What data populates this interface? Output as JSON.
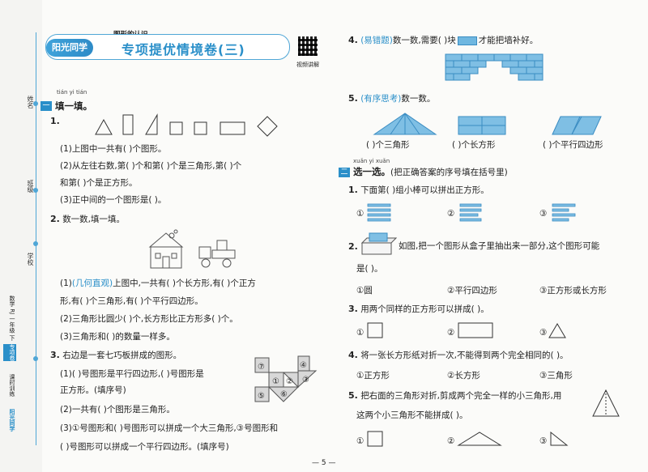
{
  "header": {
    "unit_label": "图形的认识",
    "logo": "阳光同学",
    "title": "专项提优情境卷(三)",
    "qr_caption": "视频讲解"
  },
  "margin": {
    "name_label": "姓名",
    "class_label": "班级",
    "school_label": "学校",
    "grade_label": "数学 RJ 一年级 下",
    "series_label": "课时训练",
    "brand": "阳光同学",
    "tag": "专项卷"
  },
  "section1": {
    "badge": "一",
    "pinyin": "tián yi tián",
    "title": "填一填。"
  },
  "q1": {
    "num": "1.",
    "lines": [
      "(1)上图中一共有(    )个图形。",
      "(2)从左往右数,第(      )个和第(      )个是三角形,第(      )个",
      "和第(      )个是正方形。",
      "(3)正中间的一个图形是(      )。"
    ]
  },
  "q2": {
    "num": "2.",
    "stem": "数一数,填一填。",
    "tag": "(几何直观)",
    "lines": [
      "上图中,一共有(      )个长方形,有(      )个正方",
      "形,有(      )个三角形,有(      )个平行四边形。",
      "(2)三角形比圆少(      )个,长方形比正方形多(      )个。",
      "(3)三角形和(            )的数量一样多。"
    ],
    "line1_prefix": "(1)"
  },
  "q3": {
    "num": "3.",
    "stem": "右边是一套七巧板拼成的图形。",
    "lines": [
      "(1)(      )号图形是平行四边形,(      )号图形是",
      "正方形。(填序号)",
      "(2)一共有(      )个图形是三角形。",
      "(3)①号图形和(      )号图形可以拼成一个大三角形,③号图形和",
      "(      )号图形可以拼成一个平行四边形。(填序号)"
    ],
    "pieces": [
      "①",
      "②",
      "③",
      "④",
      "⑤",
      "⑥",
      "⑦"
    ]
  },
  "q4": {
    "num": "4.",
    "tag": "(易错题)",
    "text": "数一数,需要(      )块",
    "text2": "才能把墙补好。"
  },
  "q5": {
    "num": "5.",
    "tag": "(有序思考)",
    "text": "数一数。",
    "captions": [
      "(      )个三角形",
      "(      )个长方形",
      "(      )个平行四边形"
    ]
  },
  "section2": {
    "badge": "二",
    "pinyin": "xuǎn yi xuǎn",
    "title": "选一选。",
    "note": "(把正确答案的序号填在括号里)"
  },
  "s1": {
    "num": "1.",
    "text": "下面第(      )组小棒可以拼出正方形。",
    "options": [
      "①",
      "②",
      "③"
    ]
  },
  "s2": {
    "num": "2.",
    "text": "如图,把一个图形从盒子里抽出来一部分,这个图形可能",
    "text2": "是(      )。",
    "options": [
      "①圆",
      "②平行四边形",
      "③正方形或长方形"
    ]
  },
  "s3": {
    "num": "3.",
    "text": "用两个同样的正方形可以拼成(      )。",
    "options": [
      "①",
      "②",
      "③"
    ]
  },
  "s4": {
    "num": "4.",
    "text": "将一张长方形纸对折一次,不能得到两个完全相同的(      )。",
    "options": [
      "①正方形",
      "②长方形",
      "③三角形"
    ]
  },
  "s5": {
    "num": "5.",
    "text": "把右面的三角形对折,剪成两个完全一样的小三角形,用",
    "text2": "这两个小三角形不能拼成(      )。",
    "options": [
      "①",
      "②",
      "③"
    ]
  },
  "footer": {
    "page": "— 5 —"
  }
}
